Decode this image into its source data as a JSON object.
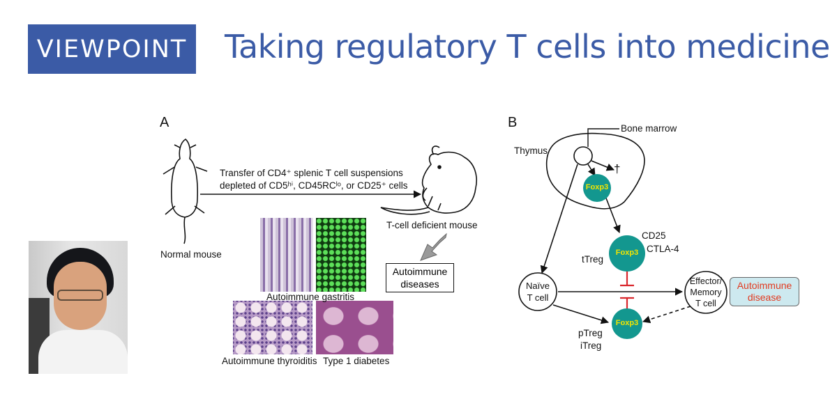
{
  "header": {
    "badge_label": "VIEWPOINT",
    "title": "Taking regulatory T cells into medicine"
  },
  "panel_a": {
    "label": "A",
    "transfer_line1": "Transfer of CD4⁺ splenic T cell suspensions",
    "transfer_line2": "depleted of CD5ʰⁱ, CD45RCˡᵒ, or CD25⁺ cells",
    "normal_mouse": "Normal mouse",
    "deficient_mouse": "T-cell deficient mouse",
    "outcome_line1": "Autoimmune",
    "outcome_line2": "diseases",
    "histology_gastritis": "Autoimmune gastritis",
    "histology_thyroiditis": "Autoimmune thyroiditis",
    "histology_diabetes": "Type 1 diabetes"
  },
  "panel_b": {
    "label": "B",
    "bone_marrow": "Bone marrow",
    "thymus": "Thymus",
    "dagger": "†",
    "foxp3": "Foxp3",
    "cd25": "CD25",
    "ctla4": "CTLA-4",
    "ttreg": "tTreg",
    "naive_line1": "Naïve",
    "naive_line2": "T cell",
    "effector_line1": "Effector/",
    "effector_line2": "Memory",
    "effector_line3": "T cell",
    "autoimmune_line1": "Autoimmune",
    "autoimmune_line2": "disease",
    "ptreg": "pTreg",
    "itreg": "iTreg"
  },
  "colors": {
    "brand_blue": "#3b5ba6",
    "treg_teal": "#13978f",
    "foxp3_text": "#f3e500",
    "inhibit_red": "#d9262c",
    "disease_red": "#e23a20",
    "disease_box": "#cde9ef"
  }
}
